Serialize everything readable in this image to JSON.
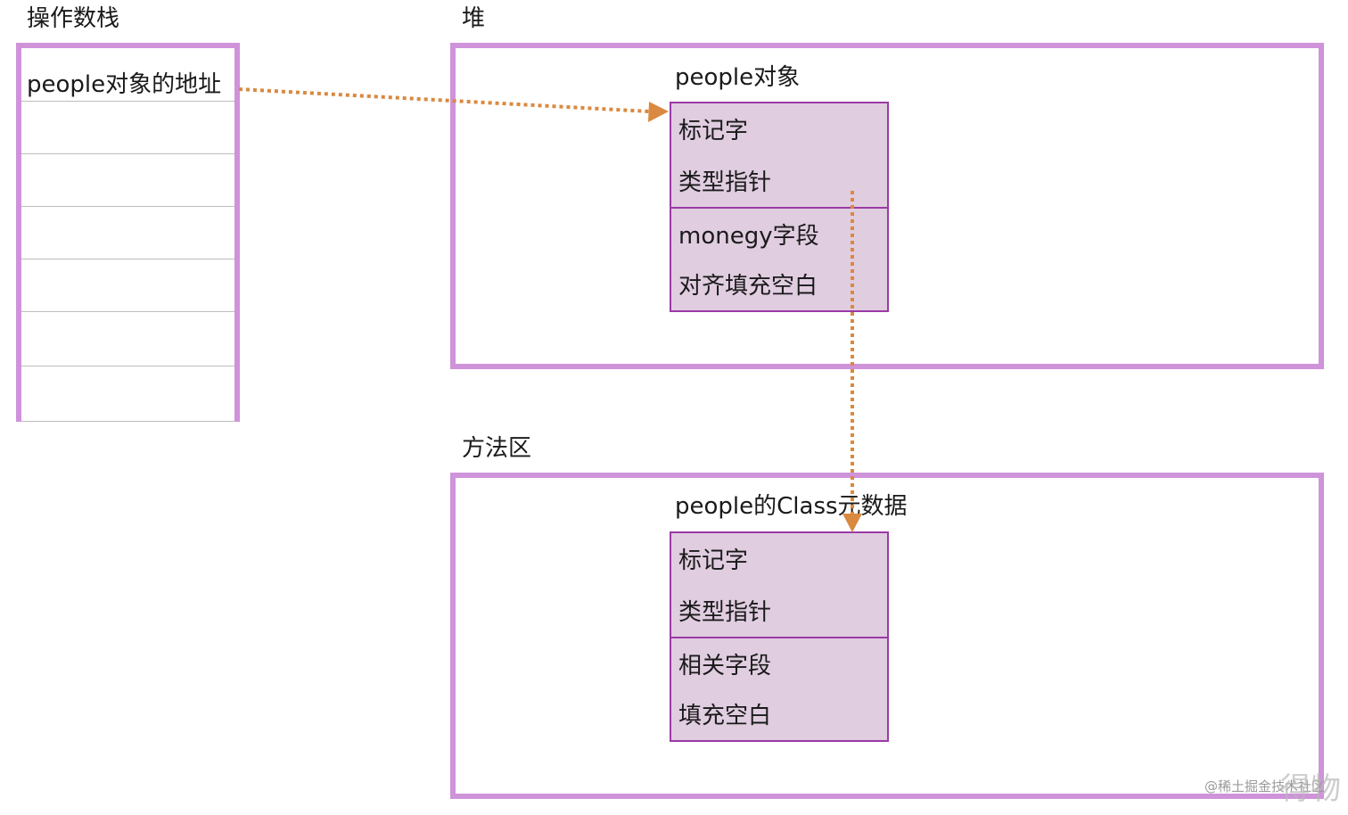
{
  "operand_stack": {
    "title": "操作数栈",
    "rows": [
      "people对象的地址",
      "",
      "",
      "",
      "",
      "",
      ""
    ]
  },
  "heap": {
    "title": "堆",
    "object_title": "people对象",
    "header_fields": [
      "标记字",
      "类型指针"
    ],
    "body_fields": [
      "monegy字段",
      "对齐填充空白"
    ]
  },
  "method_area": {
    "title": "方法区",
    "object_title": "people的Class元数据",
    "header_fields": [
      "标记字",
      "类型指针"
    ],
    "body_fields": [
      "相关字段",
      "填充空白"
    ]
  },
  "colors": {
    "region_border": "#cf93da",
    "object_fill": "#e0cde0",
    "object_border": "#9b3aa5",
    "arrow": "#d98940"
  },
  "watermark": "@稀土掘金技术社区",
  "watermark_overlay": "得物"
}
